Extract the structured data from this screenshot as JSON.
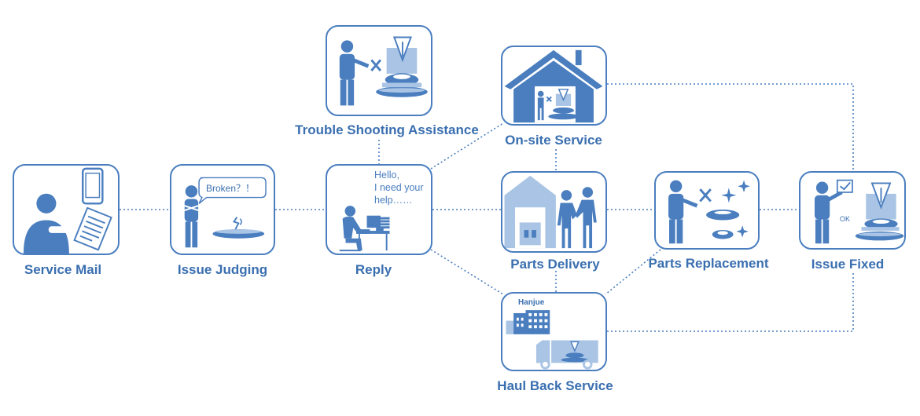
{
  "diagram": {
    "nodes": [
      {
        "id": "service-mail",
        "label": "Service Mail",
        "icon": "person-phone-document-icon"
      },
      {
        "id": "issue-judging",
        "label": "Issue Judging",
        "icon": "person-broken-machine-icon",
        "speech": "Broken？！"
      },
      {
        "id": "reply",
        "label": "Reply",
        "icon": "person-at-computer-icon",
        "message": "Hello,\nI need your\nhelp……"
      },
      {
        "id": "trouble-shooting",
        "label": "Trouble Shooting Assistance",
        "icon": "technician-machine-icon"
      },
      {
        "id": "on-site",
        "label": "On-site Service",
        "icon": "house-technician-icon"
      },
      {
        "id": "parts-delivery",
        "label": "Parts Delivery",
        "icon": "warehouse-handshake-icon"
      },
      {
        "id": "parts-replacement",
        "label": "Parts Replacement",
        "icon": "technician-parts-sparkle-icon"
      },
      {
        "id": "issue-fixed",
        "label": "Issue Fixed",
        "icon": "person-checkmark-machine-icon",
        "status": "OK"
      },
      {
        "id": "haul-back",
        "label": "Haul Back Service",
        "icon": "factory-truck-icon",
        "company": "Hanjue"
      }
    ],
    "connectors": [
      {
        "from": "service-mail",
        "to": "issue-judging"
      },
      {
        "from": "issue-judging",
        "to": "reply"
      },
      {
        "from": "reply",
        "to": "trouble-shooting"
      },
      {
        "from": "reply",
        "to": "on-site"
      },
      {
        "from": "reply",
        "to": "parts-delivery"
      },
      {
        "from": "reply",
        "to": "haul-back"
      },
      {
        "from": "on-site",
        "to": "parts-delivery"
      },
      {
        "from": "on-site",
        "to": "issue-fixed"
      },
      {
        "from": "parts-delivery",
        "to": "parts-replacement"
      },
      {
        "from": "parts-replacement",
        "to": "issue-fixed"
      },
      {
        "from": "parts-replacement",
        "to": "haul-back"
      },
      {
        "from": "haul-back",
        "to": "issue-fixed"
      }
    ],
    "colors": {
      "primary": "#4a7ebf",
      "light": "#a9c4e4",
      "text": "#3a6fb0"
    }
  }
}
